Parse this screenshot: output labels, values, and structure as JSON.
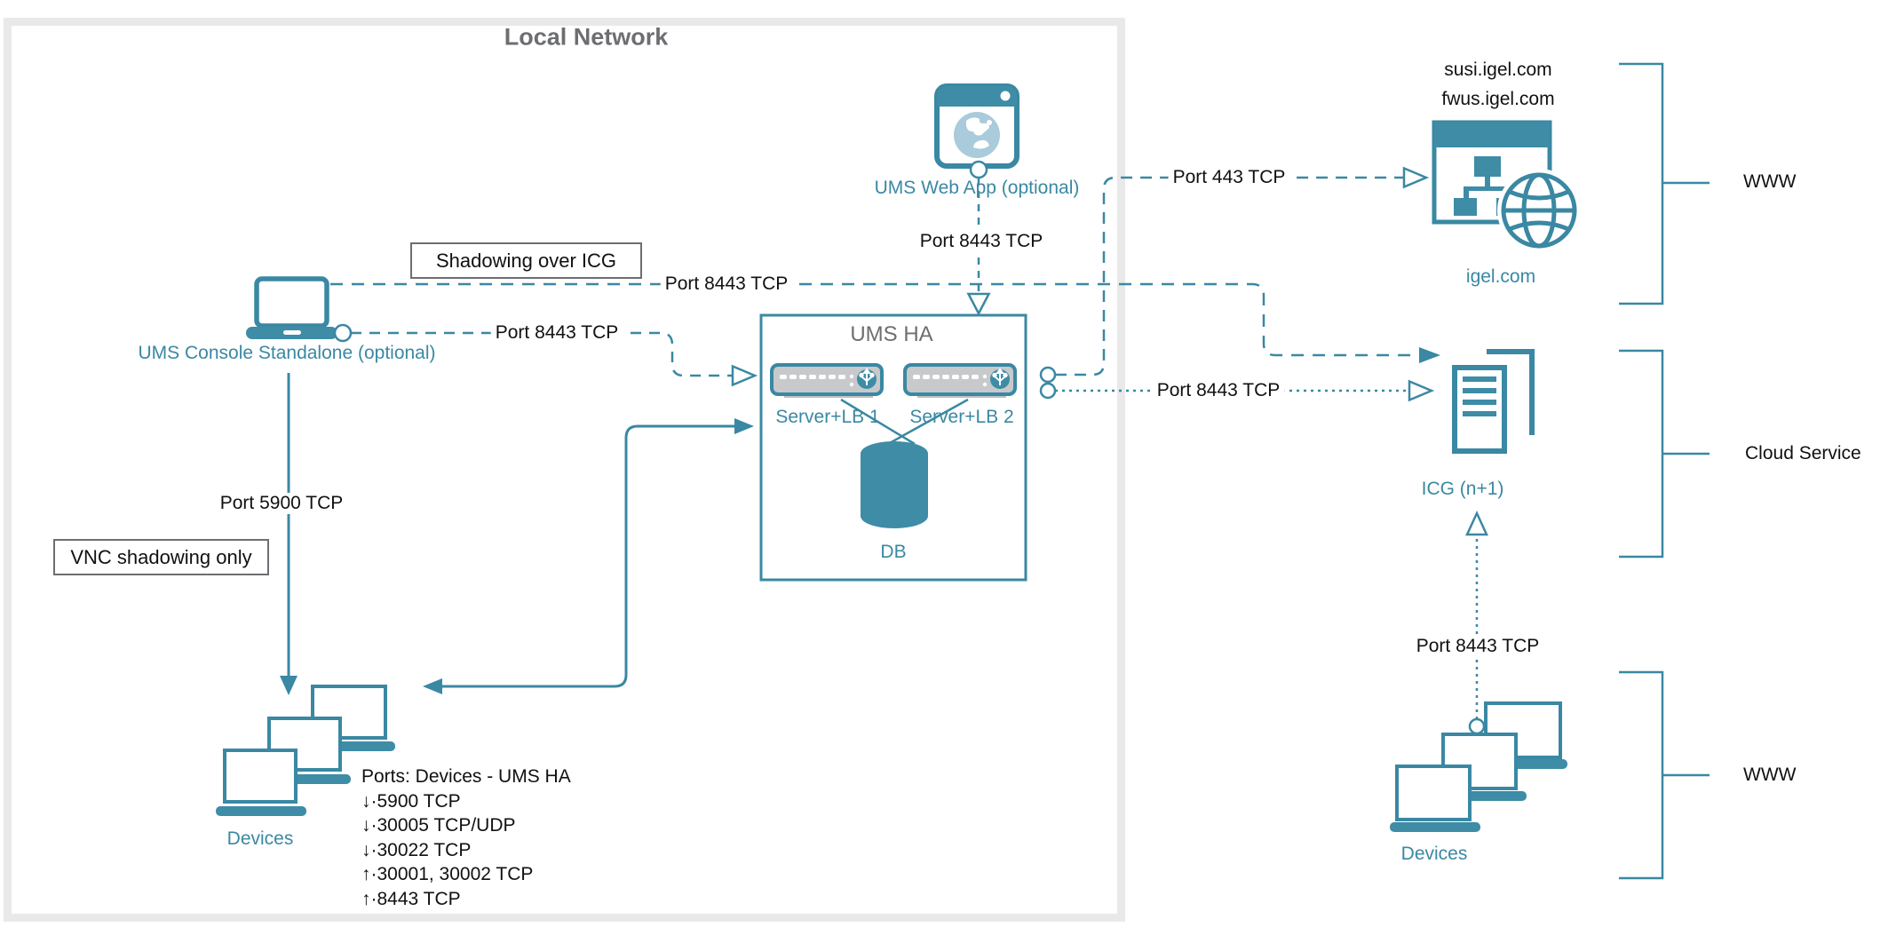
{
  "local_network": {
    "title": "Local Network"
  },
  "nodes": {
    "ums_console": {
      "label": "UMS Console Standalone (optional)"
    },
    "ums_web_app": {
      "label": "UMS Web App (optional)"
    },
    "ums_ha": {
      "title": "UMS HA",
      "server1_label": "Server+LB 1",
      "server2_label": "Server+LB 2",
      "db_label": "DB"
    },
    "devices_local": {
      "label": "Devices"
    },
    "igel_cloud": {
      "domain1": "susi.igel.com",
      "domain2": "fwus.igel.com",
      "label": "igel.com"
    },
    "icg": {
      "label": "ICG (n+1)"
    },
    "devices_remote": {
      "label": "Devices"
    }
  },
  "callouts": {
    "shadowing_over_icg": "Shadowing over ICG",
    "vnc_shadowing_only": "VNC shadowing only"
  },
  "port_labels": {
    "console_to_icg": "Port 8443 TCP",
    "console_to_ums": "Port 8443 TCP",
    "webapp_to_ums": "Port 8443 TCP",
    "ums_to_igel": "Port 443 TCP",
    "ums_to_icg": "Port 8443 TCP",
    "console_to_devices": "Port 5900 TCP",
    "devices_to_icg": "Port 8443 TCP"
  },
  "ports_list": {
    "title": "Ports: Devices - UMS HA",
    "items": [
      "↓·5900 TCP",
      "↓·30005 TCP/UDP",
      "↓·30022 TCP",
      "↑·30001, 30002 TCP",
      "↑·8443 TCP"
    ]
  },
  "zones": {
    "www_top": "WWW",
    "cloud_service": "Cloud Service",
    "www_bottom": "WWW"
  },
  "colors": {
    "teal_stroke": "#3A88A3",
    "teal_fill": "#3E8CA6",
    "globe_light": "#A9CBDB",
    "server_gray": "#C8C9CB",
    "server_shadow": "#BFC0C2",
    "gray_text": "#6D6E71",
    "black_text": "#111111",
    "boundary_gray": "#E9E9E9"
  }
}
